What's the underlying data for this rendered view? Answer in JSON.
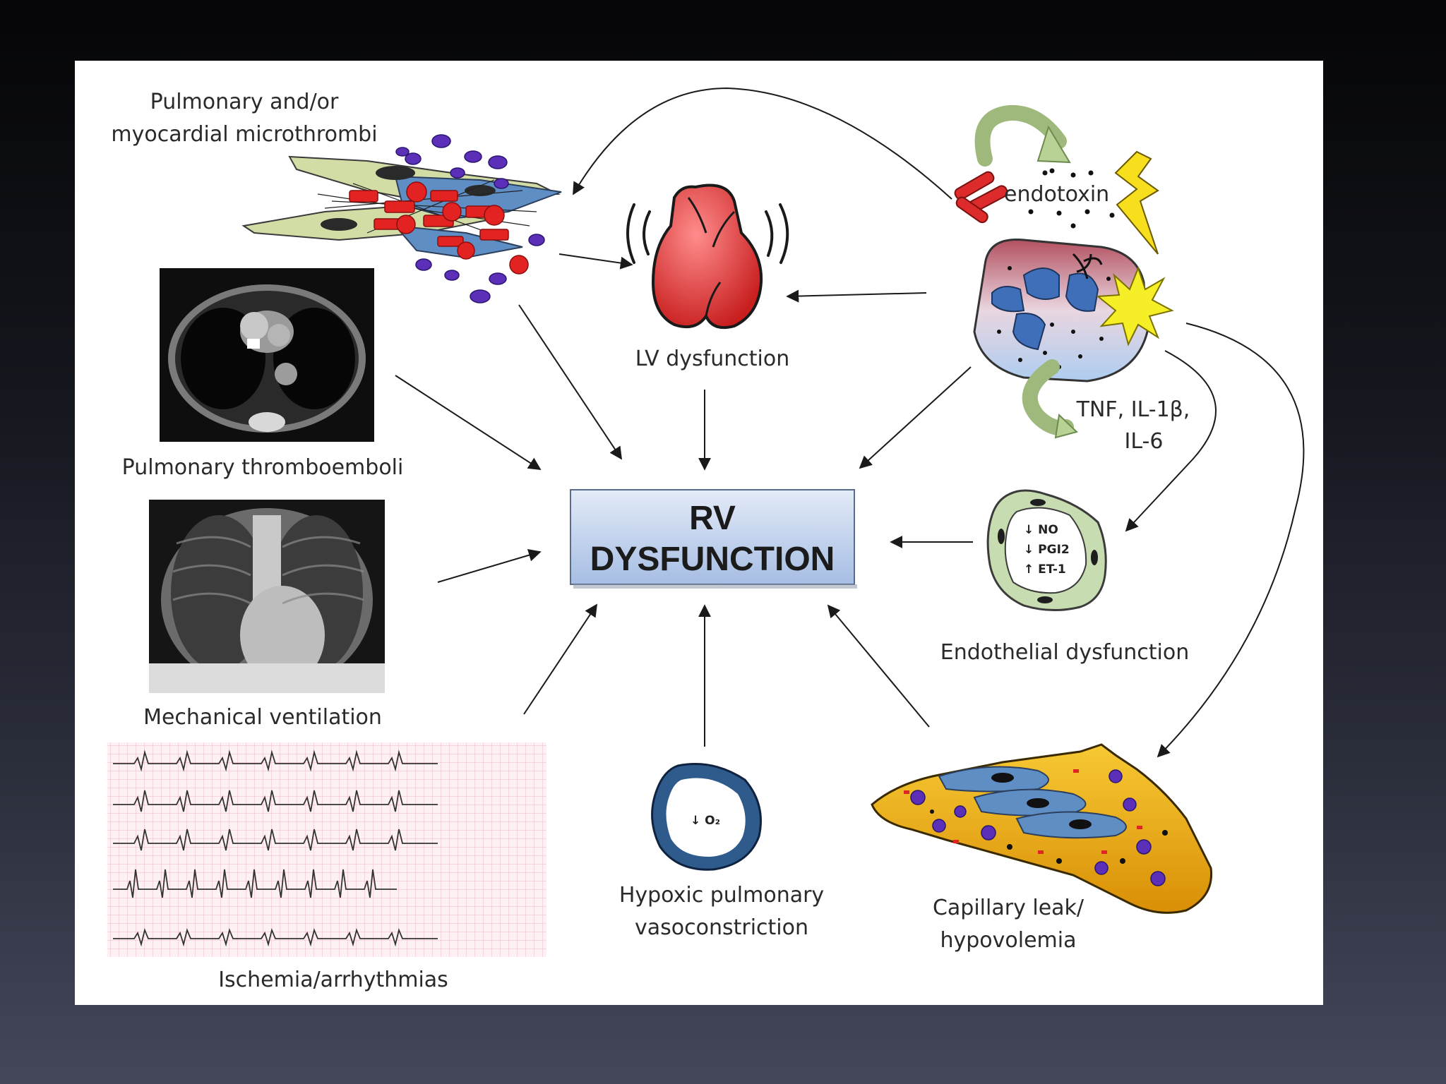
{
  "diagram": {
    "center": {
      "line1": "RV",
      "line2": "DYSFUNCTION"
    },
    "labels": {
      "microthrombi_1": "Pulmonary and/or",
      "microthrombi_2": "myocardial microthrombi",
      "lv": "LV dysfunction",
      "endotoxin": "endotoxin",
      "cytokines_1": "TNF, IL-1β,",
      "cytokines_2": "IL-6",
      "thromboemboli": "Pulmonary thromboemboli",
      "ventilation": "Mechanical ventilation",
      "endothelial": "Endothelial dysfunction",
      "ischemia": "Ischemia/arrhythmias",
      "hypoxic_1": "Hypoxic pulmonary",
      "hypoxic_2": "vasoconstriction",
      "leak_1": "Capillary leak/",
      "leak_2": "hypovolemia"
    },
    "endothelial_markers": {
      "no": "↓ NO",
      "pgi2": "↓ PGI2",
      "et1": "↑ ET-1"
    },
    "vessel_marker": "↓ O₂",
    "colors": {
      "rv_box_top": "#dfe8f7",
      "rv_box_bottom": "#a9bfe4",
      "heart": "#e23a3a",
      "endothelium": "#c7dcb0",
      "vessel": "#2e5a8c",
      "leak_tissue": "#f2b21c",
      "ecg_grid": "#f4b9c4"
    },
    "icons": [
      "heart-icon",
      "ct-scan-image",
      "chest-xray-image",
      "ecg-strip",
      "bacteria-icon",
      "lightning-icon",
      "cell-icon",
      "vessel-icon"
    ]
  }
}
